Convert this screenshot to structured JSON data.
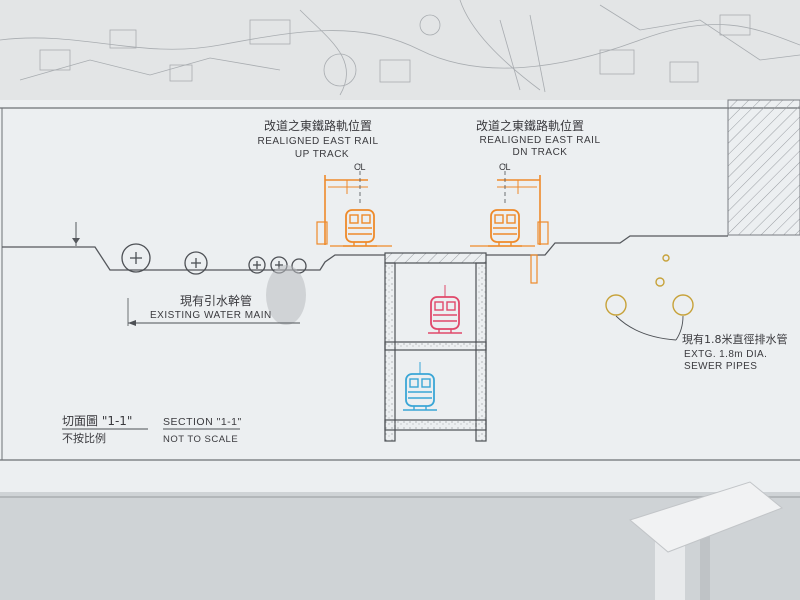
{
  "tracks": {
    "up": {
      "label_zh": "改道之東鐵路軌位置",
      "label_en_1": "REALIGNED EAST RAIL",
      "label_en_2": "UP TRACK",
      "centerline": "CL"
    },
    "dn": {
      "label_zh": "改道之東鐵路軌位置",
      "label_en_1": "REALIGNED EAST RAIL",
      "label_en_2": "DN TRACK",
      "centerline": "CL"
    }
  },
  "water_main": {
    "label_zh": "現有引水幹管",
    "label_en": "EXISTING WATER MAIN"
  },
  "sewer": {
    "label_zh": "現有1.8米直徑排水管",
    "label_en_1": "EXTG. 1.8m DIA.",
    "label_en_2": "SEWER PIPES"
  },
  "section": {
    "title_zh": "切面圖 \"1-1\"",
    "scale_zh": "不按比例",
    "title_en": "SECTION \"1-1\"",
    "scale_en": "NOT TO SCALE"
  },
  "colors": {
    "surface_train": "#ee8a2a",
    "middle_train": "#e0486a",
    "lower_train": "#3aa6d6",
    "sewer_pipe": "#c7a23a",
    "line": "#4a4a50"
  }
}
